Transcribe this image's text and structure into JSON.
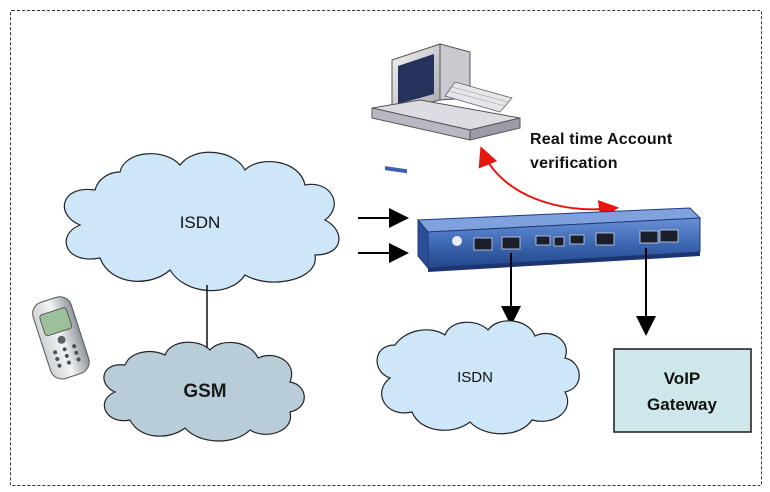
{
  "nodes": {
    "isdn_cloud_top": "ISDN",
    "isdn_cloud_bottom": "ISDN",
    "gsm_cloud": "GSM",
    "voip_gateway": [
      "VoIP",
      "Gateway"
    ]
  },
  "caption": {
    "line1": "Real time Account",
    "line2": "verification"
  },
  "colors": {
    "cloud_blue": "#cde7f8",
    "cloud_gray": "#b9cdd9",
    "gateway_fill": "#cde7ea",
    "red_arrow": "#e8150f",
    "device_blue": "#3d69b3"
  }
}
